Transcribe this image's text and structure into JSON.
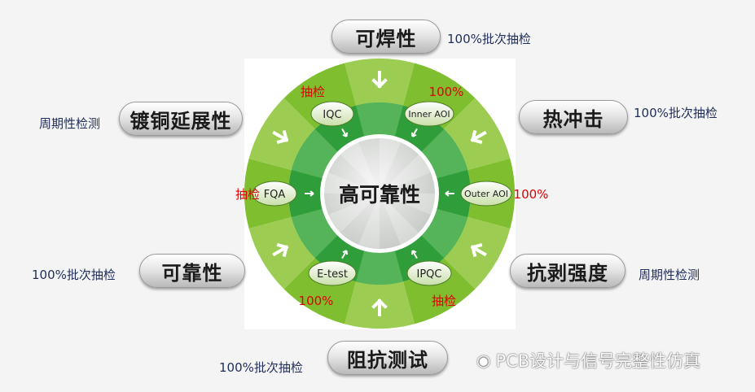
{
  "center_label": "高可靠性",
  "stations": {
    "iqc": "IQC",
    "inner_aoi": "Inner AOI",
    "outer_aoi": "Outer AOI",
    "ipqc": "IPQC",
    "etest": "E-test",
    "fqa": "FQA"
  },
  "inspection_rates": {
    "iqc": "抽检",
    "inner_aoi": "100%",
    "outer_aoi": "100%",
    "ipqc": "抽检",
    "etest": "100%",
    "fqa": "抽检"
  },
  "tests": [
    {
      "key": "solderability",
      "label": "可焊性",
      "note": "100%批次抽检"
    },
    {
      "key": "thermal_shock",
      "label": "热冲击",
      "note": "100%批次抽检"
    },
    {
      "key": "peel_strength",
      "label": "抗剥强度",
      "note": "周期性检测"
    },
    {
      "key": "impedance",
      "label": "阻抗测试",
      "note": "100%批次抽检"
    },
    {
      "key": "reliability",
      "label": "可靠性",
      "note": "100%批次抽检"
    },
    {
      "key": "plating_ductility",
      "label": "镀铜延展性",
      "note": "周期性检测"
    }
  ],
  "watermark": "PCB设计与信号完整性仿真",
  "colors": {
    "outer_light": "#9ccd52",
    "outer_mid": "#7fbf2f",
    "ring_dark": "#2f9e3a",
    "ring_mid": "#55b45a",
    "center_bg": "#d9dcd9",
    "rate_red": "#e00000",
    "note_navy": "#1f2d5a"
  }
}
